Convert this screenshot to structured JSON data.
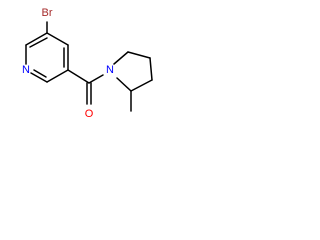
{
  "molecule": {
    "atoms": {
      "bromine": {
        "symbol": "Br",
        "color": "#a52a2a"
      },
      "ring_nitrogen": {
        "symbol": "N",
        "color": "#0000ff"
      },
      "amide_nitrogen": {
        "symbol": "N",
        "color": "#0000ff"
      },
      "carbonyl_oxygen": {
        "symbol": "O",
        "color": "#ff0000"
      }
    },
    "bond_color": "#000000"
  }
}
